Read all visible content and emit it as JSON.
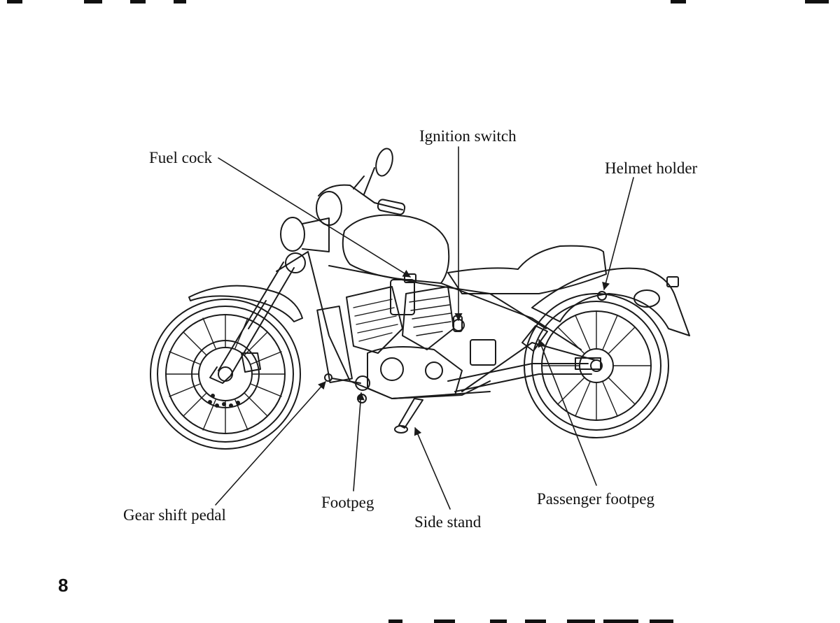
{
  "page_number": "8",
  "labels": {
    "fuel_cock": "Fuel cock",
    "ignition_switch": "Ignition switch",
    "helmet_holder": "Helmet holder",
    "gear_shift_pedal": "Gear shift pedal",
    "footpeg": "Footpeg",
    "side_stand": "Side stand",
    "passenger_footpeg": "Passenger footpeg"
  }
}
